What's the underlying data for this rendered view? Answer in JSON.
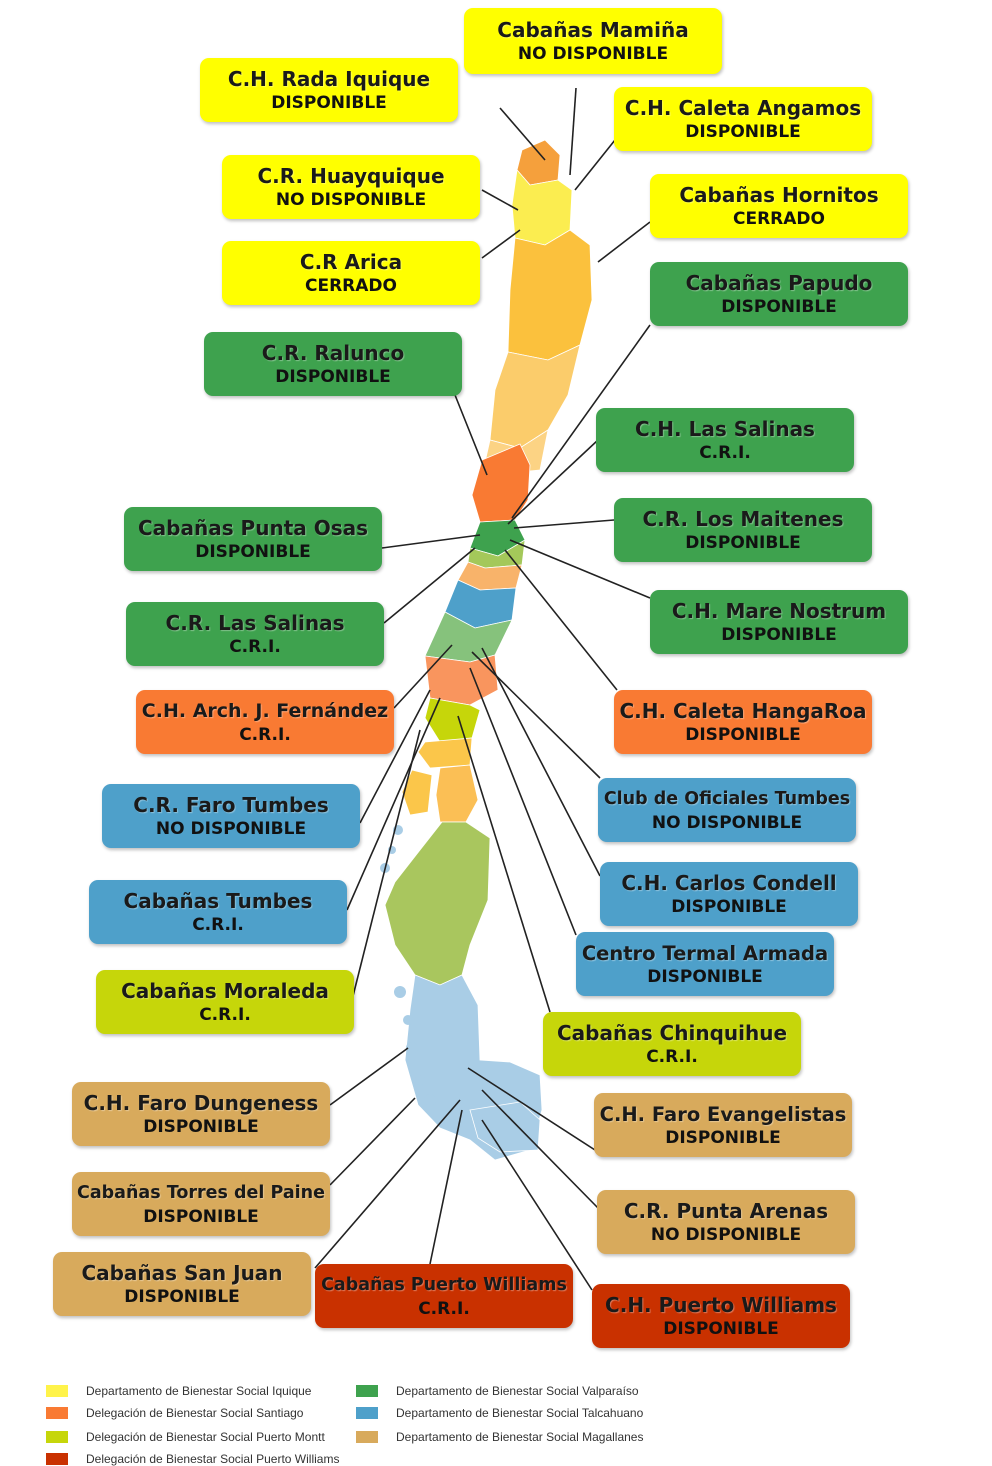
{
  "colors": {
    "iquique": "#ffff00",
    "valparaiso": "#3ea24e",
    "santiago": "#f97a33",
    "talcahuano": "#4ea0ca",
    "puerto_montt": "#c6d60a",
    "magallanes": "#d8aa5c",
    "puerto_williams": "#c93100"
  },
  "facilities": [
    {
      "name": "Cabañas Mamiña",
      "status": "NO DISPONIBLE",
      "region": "iquique"
    },
    {
      "name": "C.H. Rada Iquique",
      "status": "DISPONIBLE",
      "region": "iquique"
    },
    {
      "name": "C.H. Caleta Angamos",
      "status": "DISPONIBLE",
      "region": "iquique"
    },
    {
      "name": "C.R. Huayquique",
      "status": "NO DISPONIBLE",
      "region": "iquique"
    },
    {
      "name": "Cabañas Hornitos",
      "status": "CERRADO",
      "region": "iquique"
    },
    {
      "name": "C.R Arica",
      "status": "CERRADO",
      "region": "iquique"
    },
    {
      "name": "Cabañas Papudo",
      "status": "DISPONIBLE",
      "region": "valparaiso"
    },
    {
      "name": "C.R. Ralunco",
      "status": "DISPONIBLE",
      "region": "valparaiso"
    },
    {
      "name": "C.H. Las Salinas",
      "status": "C.R.I.",
      "region": "valparaiso"
    },
    {
      "name": "Cabañas Punta Osas",
      "status": "DISPONIBLE",
      "region": "valparaiso"
    },
    {
      "name": "C.R. Los Maitenes",
      "status": "DISPONIBLE",
      "region": "valparaiso"
    },
    {
      "name": "C.H. Mare Nostrum",
      "status": "DISPONIBLE",
      "region": "valparaiso"
    },
    {
      "name": "C.R. Las Salinas",
      "status": "C.R.I.",
      "region": "valparaiso"
    },
    {
      "name": "C.H. Arch. J. Fernández",
      "status": "C.R.I.",
      "region": "santiago"
    },
    {
      "name": "C.H. Caleta HangaRoa",
      "status": "DISPONIBLE",
      "region": "santiago"
    },
    {
      "name": "C.R. Faro Tumbes",
      "status": "NO DISPONIBLE",
      "region": "talcahuano"
    },
    {
      "name": "Club de Oficiales Tumbes",
      "status": "NO DISPONIBLE",
      "region": "talcahuano"
    },
    {
      "name": "Cabañas Tumbes",
      "status": "C.R.I.",
      "region": "talcahuano"
    },
    {
      "name": "C.H. Carlos Condell",
      "status": "DISPONIBLE",
      "region": "talcahuano"
    },
    {
      "name": "Centro Termal Armada",
      "status": "DISPONIBLE",
      "region": "talcahuano"
    },
    {
      "name": "Cabañas Moraleda",
      "status": "C.R.I.",
      "region": "puerto_montt"
    },
    {
      "name": "Cabañas Chinquihue",
      "status": "C.R.I.",
      "region": "puerto_montt"
    },
    {
      "name": "C.H. Faro Dungeness",
      "status": "DISPONIBLE",
      "region": "magallanes"
    },
    {
      "name": "C.H. Faro Evangelistas",
      "status": "DISPONIBLE",
      "region": "magallanes"
    },
    {
      "name": "Cabañas Torres del Paine",
      "status": "DISPONIBLE",
      "region": "magallanes"
    },
    {
      "name": "C.R. Punta Arenas",
      "status": "NO DISPONIBLE",
      "region": "magallanes"
    },
    {
      "name": "Cabañas San Juan",
      "status": "DISPONIBLE",
      "region": "magallanes"
    },
    {
      "name": "Cabañas Puerto Williams",
      "status": "C.R.I.",
      "region": "puerto_williams"
    },
    {
      "name": "C.H. Puerto Williams",
      "status": "DISPONIBLE",
      "region": "puerto_williams"
    }
  ],
  "legend": [
    {
      "label": "Departamento de Bienestar Social Iquique",
      "color": "#fff34a"
    },
    {
      "label": "Departamento de Bienestar Social Valparaíso",
      "color": "#3ea24e"
    },
    {
      "label": "Delegación de Bienestar Social Santiago",
      "color": "#f97a33"
    },
    {
      "label": "Departamento de Bienestar Social Talcahuano",
      "color": "#4ea0ca"
    },
    {
      "label": "Delegación de Bienestar Social Puerto Montt",
      "color": "#c6d60a"
    },
    {
      "label": "Departamento de Bienestar Social Magallanes",
      "color": "#d8aa5c"
    },
    {
      "label": "Delegación de Bienestar Social Puerto Williams",
      "color": "#c93100"
    }
  ]
}
